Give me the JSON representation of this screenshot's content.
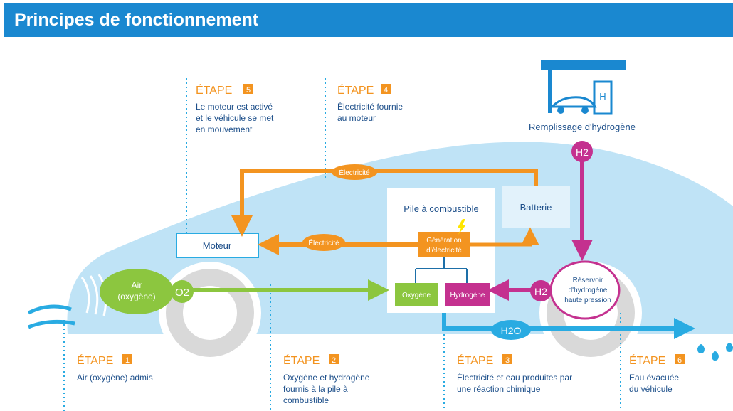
{
  "header": {
    "title": "Principes de fonctionnement"
  },
  "colors": {
    "header": "#1a88d0",
    "car_body": "#bfe3f6",
    "orange": "#f39420",
    "green": "#8cc63f",
    "magenta": "#c4318f",
    "blue": "#29abe2",
    "text": "#1d4f8a"
  },
  "steps": [
    {
      "prefix": "ÉTAPE",
      "number": "1",
      "lines": [
        "Air (oxygène) admis"
      ]
    },
    {
      "prefix": "ÉTAPE",
      "number": "2",
      "lines": [
        "Oxygène et hydrogène",
        "fournis à la pile à",
        "combustible"
      ]
    },
    {
      "prefix": "ÉTAPE",
      "number": "3",
      "lines": [
        "Électricité et eau produites par",
        "une réaction chimique"
      ]
    },
    {
      "prefix": "ÉTAPE",
      "number": "4",
      "lines": [
        "Électricité fournie",
        "au moteur"
      ]
    },
    {
      "prefix": "ÉTAPE",
      "number": "5",
      "lines": [
        "Le moteur est activé",
        "et le véhicule se met",
        "en mouvement"
      ]
    },
    {
      "prefix": "ÉTAPE",
      "number": "6",
      "lines": [
        "Eau évacuée",
        "du véhicule"
      ]
    }
  ],
  "nodes": {
    "fuel_cell": "Pile à combustible",
    "battery": "Batterie",
    "motor": "Moteur",
    "generation": [
      "Génération",
      "d'électricité"
    ],
    "oxygen": "Oxygène",
    "hydrogen": "Hydrogène",
    "air": [
      "Air",
      "(oxygène)"
    ],
    "o2": "O2",
    "h2": "H2",
    "h2o": "H2O",
    "tank": [
      "Réservoir",
      "d'hydrogène",
      "haute pression"
    ],
    "electricity_top": "Électricité",
    "electricity_mid": "Électricité",
    "station": "Remplissage d'hydrogène",
    "station_sign": "H"
  }
}
